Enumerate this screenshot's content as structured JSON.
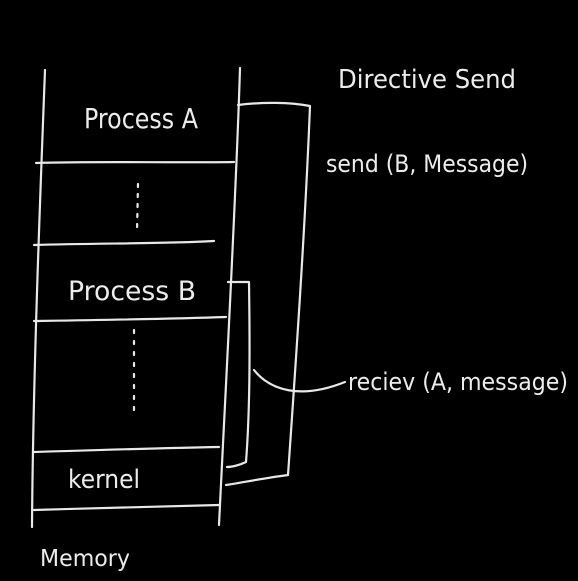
{
  "diagram": {
    "title": "Directive Send",
    "memory_label": "Memory",
    "segments": {
      "process_a": "Process A",
      "process_b": "Process B",
      "kernel": "kernel"
    },
    "calls": {
      "send": "send (B, Message)",
      "receive": "reciev (A, message)"
    },
    "colors": {
      "background": "#000000",
      "ink": "#e8e8e8"
    }
  }
}
